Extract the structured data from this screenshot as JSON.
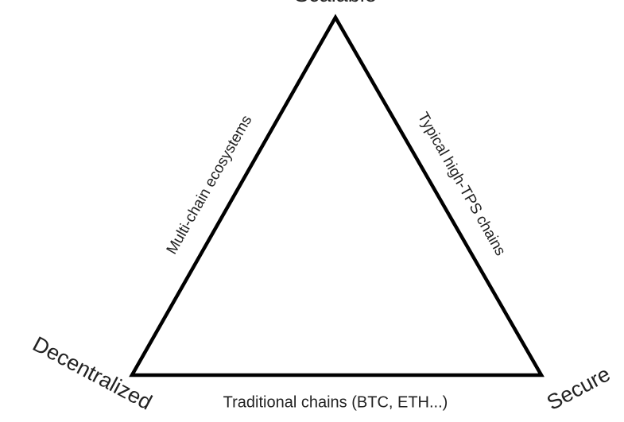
{
  "vertices": {
    "top": "Scalable",
    "left": "Decentralized",
    "right": "Secure"
  },
  "edges": {
    "left": "Multi-chain ecosystems",
    "right": "Typical high-TPS chains",
    "bottom": "Traditional chains (BTC, ETH...)"
  },
  "colors": {
    "stroke": "#000000",
    "text": "#222222"
  }
}
